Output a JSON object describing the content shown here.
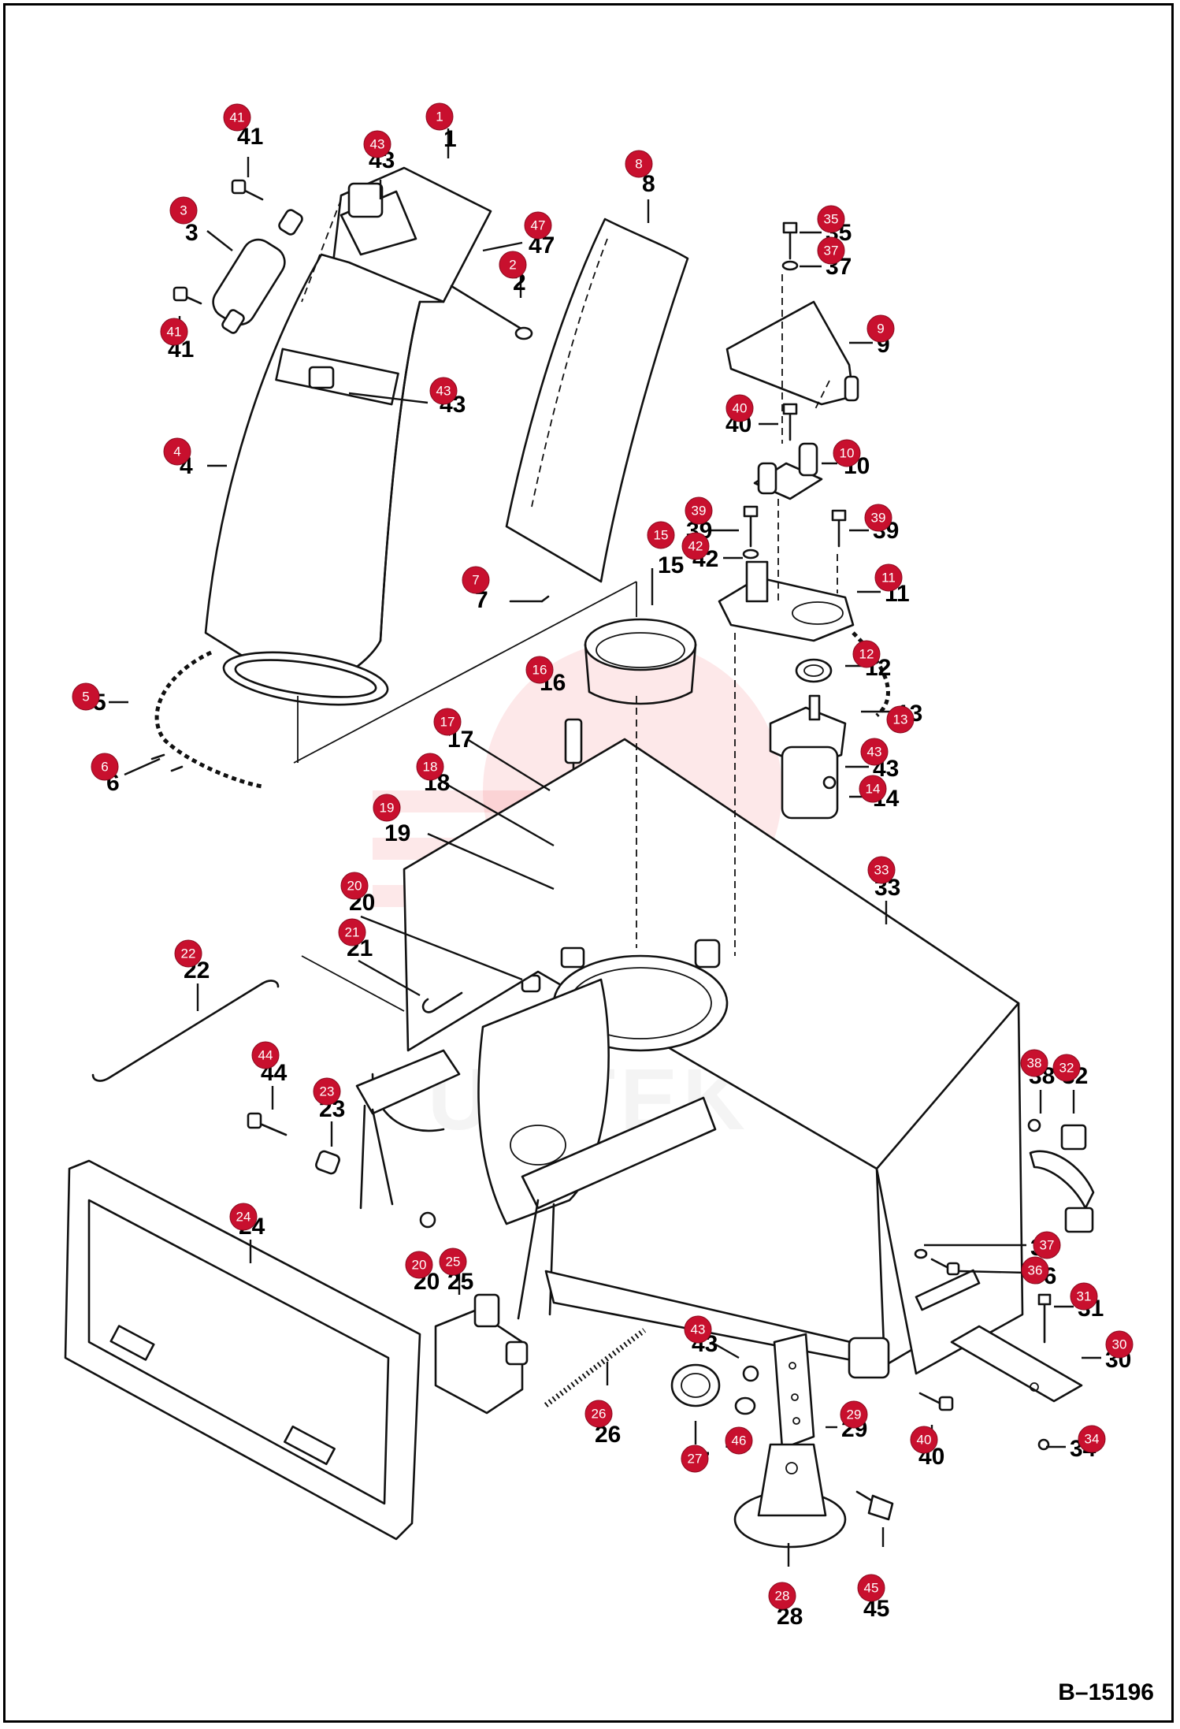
{
  "drawing_number": "B–15196",
  "watermark": "UHTEK",
  "colors": {
    "callout": "#c8102e",
    "ink": "#111111",
    "watermark": "#e8202a"
  },
  "callouts": [
    {
      "id": "c41a",
      "label": "41"
    },
    {
      "id": "c1",
      "label": "1"
    },
    {
      "id": "c43a",
      "label": "43"
    },
    {
      "id": "c8",
      "label": "8"
    },
    {
      "id": "c3",
      "label": "3"
    },
    {
      "id": "c47",
      "label": "47"
    },
    {
      "id": "c2",
      "label": "2"
    },
    {
      "id": "c35",
      "label": "35"
    },
    {
      "id": "c37a",
      "label": "37"
    },
    {
      "id": "c9",
      "label": "9"
    },
    {
      "id": "c41b",
      "label": "41"
    },
    {
      "id": "c43b",
      "label": "43"
    },
    {
      "id": "c40a",
      "label": "40"
    },
    {
      "id": "c10",
      "label": "10"
    },
    {
      "id": "c4",
      "label": "4"
    },
    {
      "id": "c39a",
      "label": "39"
    },
    {
      "id": "c39b",
      "label": "39"
    },
    {
      "id": "c15",
      "label": "15"
    },
    {
      "id": "c42",
      "label": "42"
    },
    {
      "id": "c7",
      "label": "7"
    },
    {
      "id": "c11",
      "label": "11"
    },
    {
      "id": "c16",
      "label": "16"
    },
    {
      "id": "c12",
      "label": "12"
    },
    {
      "id": "c5",
      "label": "5"
    },
    {
      "id": "c13",
      "label": "13"
    },
    {
      "id": "c17",
      "label": "17"
    },
    {
      "id": "c43c",
      "label": "43"
    },
    {
      "id": "c6",
      "label": "6"
    },
    {
      "id": "c18",
      "label": "18"
    },
    {
      "id": "c14",
      "label": "14"
    },
    {
      "id": "c19",
      "label": "19"
    },
    {
      "id": "c33",
      "label": "33"
    },
    {
      "id": "c20a",
      "label": "20"
    },
    {
      "id": "c21",
      "label": "21"
    },
    {
      "id": "c22",
      "label": "22"
    },
    {
      "id": "c38",
      "label": "38"
    },
    {
      "id": "c32",
      "label": "32"
    },
    {
      "id": "c44",
      "label": "44"
    },
    {
      "id": "c23",
      "label": "23"
    },
    {
      "id": "c24",
      "label": "24"
    },
    {
      "id": "c37b",
      "label": "37"
    },
    {
      "id": "c36",
      "label": "36"
    },
    {
      "id": "c20b",
      "label": "20"
    },
    {
      "id": "c25",
      "label": "25"
    },
    {
      "id": "c31",
      "label": "31"
    },
    {
      "id": "c30",
      "label": "30"
    },
    {
      "id": "c43d",
      "label": "43"
    },
    {
      "id": "c29",
      "label": "29"
    },
    {
      "id": "c26",
      "label": "26"
    },
    {
      "id": "c40b",
      "label": "40"
    },
    {
      "id": "c46",
      "label": "46"
    },
    {
      "id": "c34",
      "label": "34"
    },
    {
      "id": "c27",
      "label": "27"
    },
    {
      "id": "c28",
      "label": "28"
    },
    {
      "id": "c45",
      "label": "45"
    }
  ]
}
